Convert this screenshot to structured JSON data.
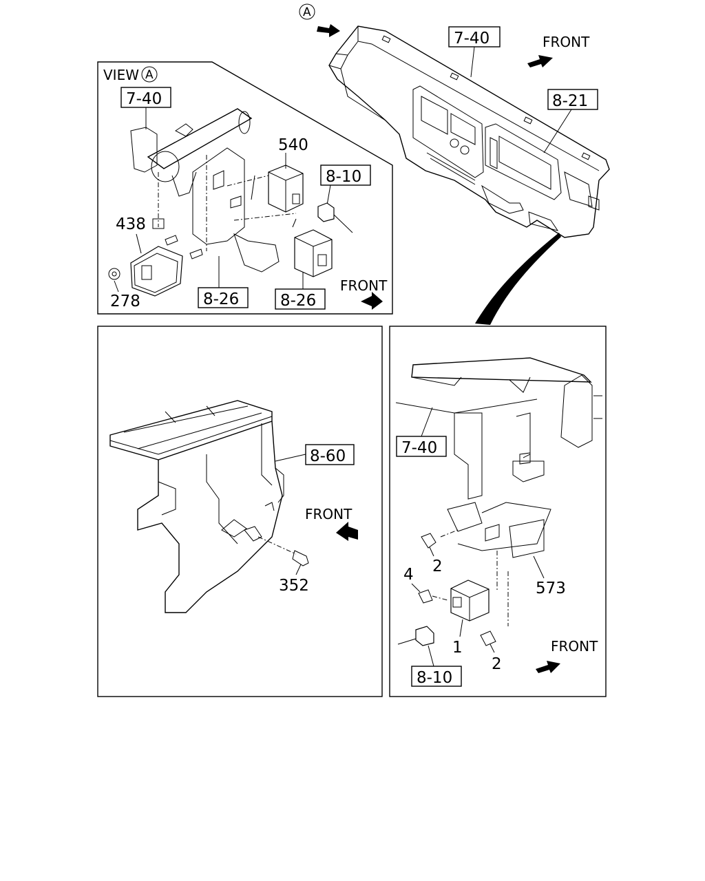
{
  "callout_a": "A",
  "view_a": {
    "label": "VIEW"
  },
  "labels": {
    "top_7_40": "7-40",
    "top_8_21": "8-21",
    "top_front": "FRONT",
    "va_7_40": "7-40",
    "va_540": "540",
    "va_8_10": "8-10",
    "va_438": "438",
    "va_278": "278",
    "va_8_26_left": "8-26",
    "va_8_26_right": "8-26",
    "va_front": "FRONT",
    "bl_8_60": "8-60",
    "bl_front": "FRONT",
    "bl_352": "352",
    "br_7_40": "7-40",
    "br_2_top": "2",
    "br_573": "573",
    "br_4": "4",
    "br_1": "1",
    "br_2_bottom": "2",
    "br_front": "FRONT",
    "br_8_10": "8-10"
  }
}
